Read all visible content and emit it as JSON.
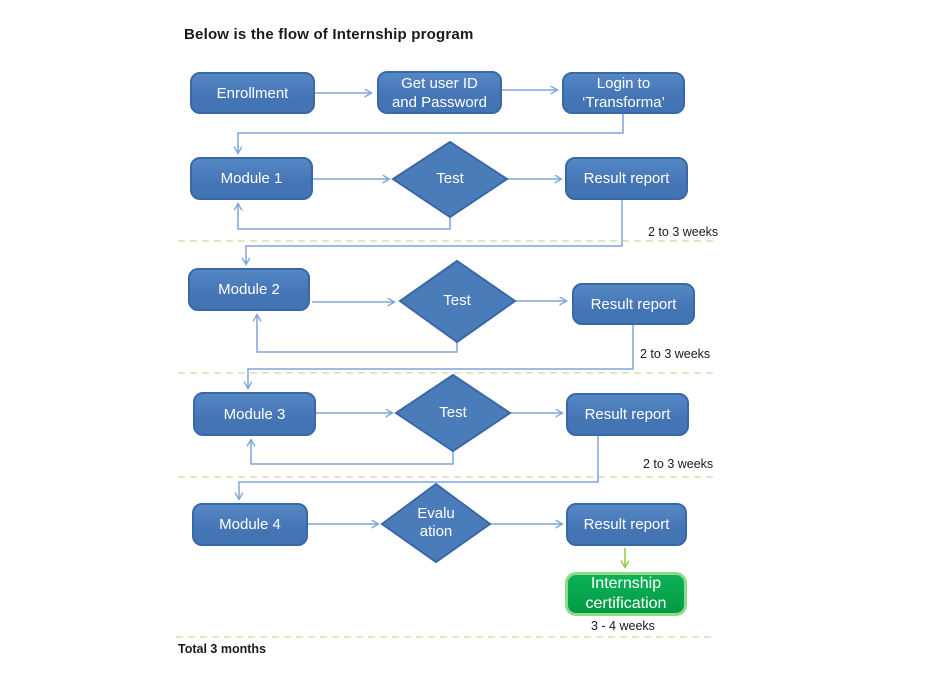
{
  "title": "Below is the flow of Internship program",
  "colors": {
    "node_fill": "#4A7CB9",
    "node_border": "#3A67A8",
    "connector": "#7EA6D8",
    "dashed_line": "#D9DDB5",
    "green_fill": "#04A64D",
    "green_border": "#8CDC8C",
    "green_arrow": "#92C746"
  },
  "nodes": {
    "enrollment": {
      "label": "Enrollment"
    },
    "get_user_id": {
      "line1": "Get user ID",
      "line2": "and Password"
    },
    "login": {
      "line1": "Login to",
      "line2": "‘Transforma’"
    },
    "module1": {
      "label": "Module 1"
    },
    "test1": {
      "label": "Test"
    },
    "result1": {
      "label": "Result report"
    },
    "module2": {
      "label": "Module 2"
    },
    "test2": {
      "label": "Test"
    },
    "result2": {
      "label": "Result report"
    },
    "module3": {
      "label": "Module 3"
    },
    "test3": {
      "label": "Test"
    },
    "result3": {
      "label": "Result report"
    },
    "module4": {
      "label": "Module 4"
    },
    "evaluation": {
      "line1": "Evalu",
      "line2": "ation"
    },
    "result4": {
      "label": "Result report"
    },
    "certification": {
      "line1": "Internship",
      "line2": "certification"
    }
  },
  "duration_labels": {
    "section1": "2 to 3 weeks",
    "section2": "2 to 3 weeks",
    "section3": "2 to 3 weeks",
    "section4": "3 - 4 weeks",
    "total": "Total 3 months"
  }
}
